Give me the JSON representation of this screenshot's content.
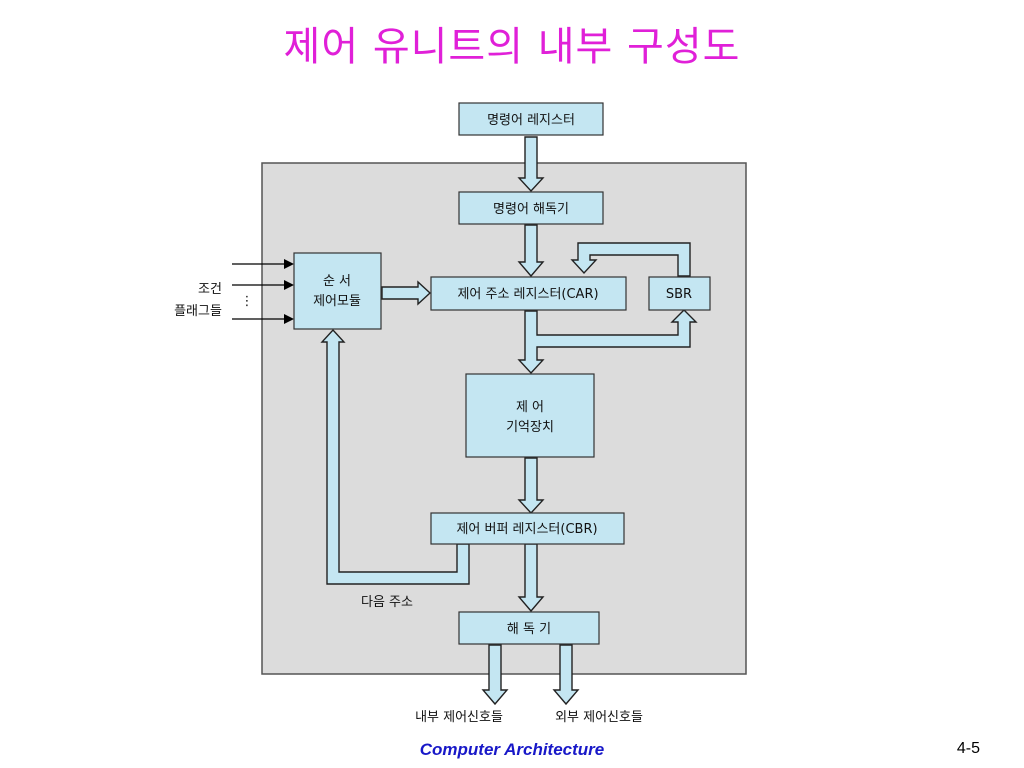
{
  "title": "제어 유니트의 내부 구성도",
  "diagram": {
    "instruction_register": "명령어 레지스터",
    "instruction_decoder": "명령어 해독기",
    "sequencer_line1": "순 서",
    "sequencer_line2": "제어모듈",
    "car": "제어 주소 레지스터(CAR)",
    "sbr": "SBR",
    "control_memory_line1": "제 어",
    "control_memory_line2": "기억장치",
    "cbr": "제어 버퍼 레지스터(CBR)",
    "decoder": "해 독 기",
    "condition_flags_line1": "조건",
    "condition_flags_line2": "플래그들",
    "ellipsis": "⋮",
    "next_address": "다음 주소",
    "internal_signals": "내부 제어신호들",
    "external_signals": "외부 제어신호들"
  },
  "footer": {
    "course": "Computer Architecture",
    "page": "4-5"
  },
  "colors": {
    "title": "#e020d8",
    "box_fill": "#c4e6f2",
    "panel_fill": "#dcdcdc",
    "footer": "#1818c8"
  }
}
